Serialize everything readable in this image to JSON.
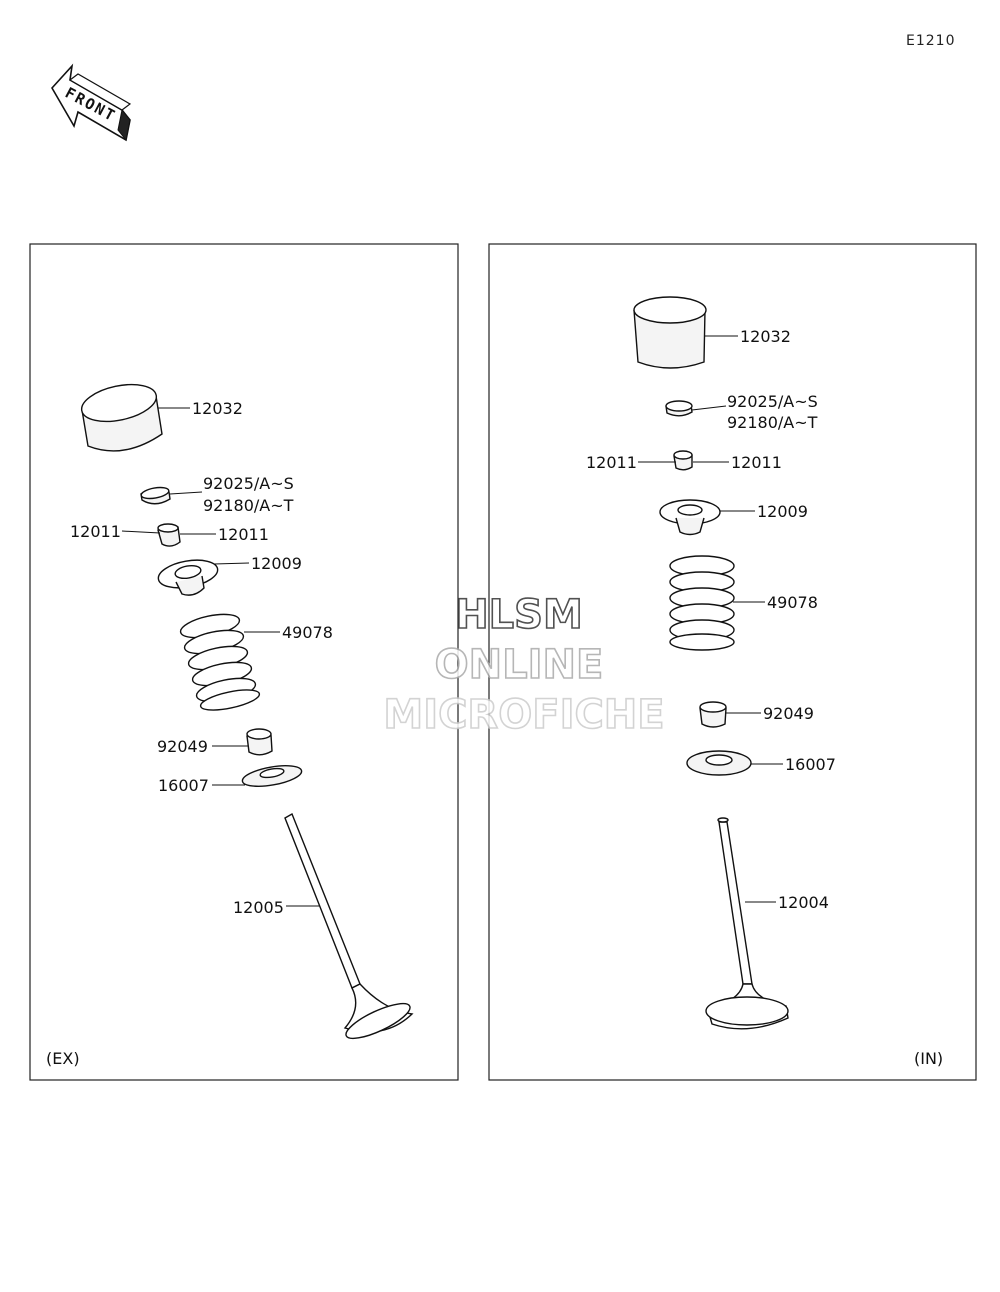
{
  "diagram_code": "E1210",
  "front_arrow_label": "FRONT",
  "watermark": {
    "line1": "HLSM",
    "line2": "ONLINE",
    "line3": "MICROFICHE"
  },
  "panels": {
    "exhaust": {
      "tag": "(EX)",
      "labels": {
        "tappet": "12032",
        "shim_a": "92025/A~S",
        "shim_b": "92180/A~T",
        "cotter_left": "12011",
        "cotter_right": "12011",
        "retainer": "12009",
        "spring": "49078",
        "seal": "92049",
        "seat": "16007",
        "valve": "12005"
      }
    },
    "intake": {
      "tag": "(IN)",
      "labels": {
        "tappet": "12032",
        "shim_a": "92025/A~S",
        "shim_b": "92180/A~T",
        "cotter_left": "12011",
        "cotter_right": "12011",
        "retainer": "12009",
        "spring": "49078",
        "seal": "92049",
        "seat": "16007",
        "valve": "12004"
      }
    }
  }
}
